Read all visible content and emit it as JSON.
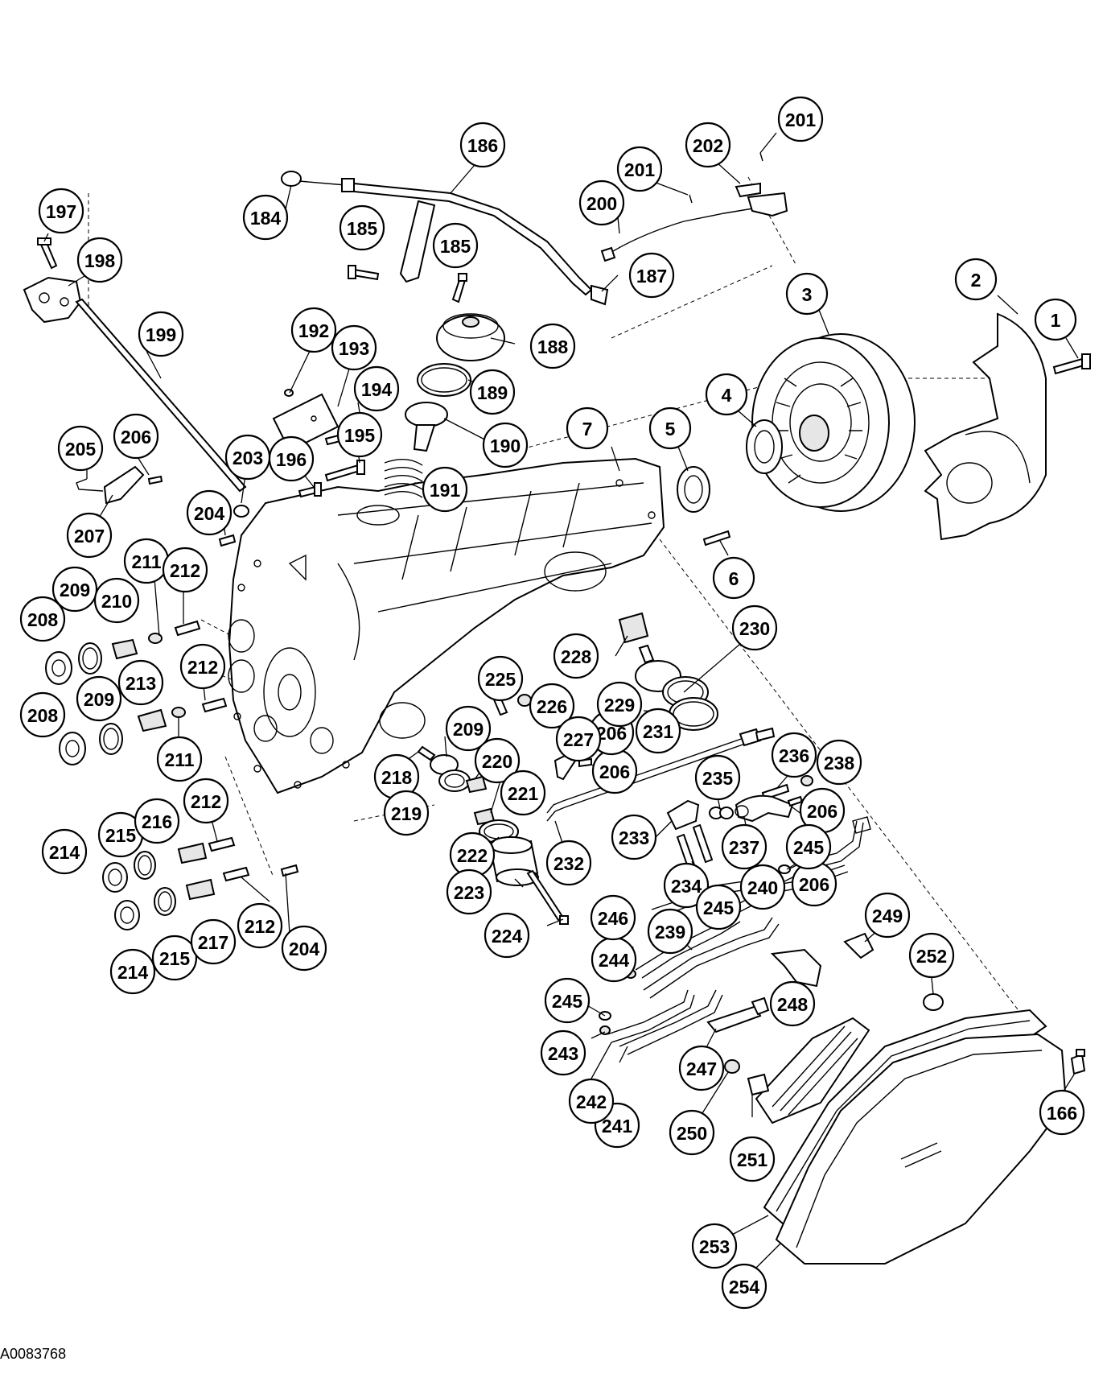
{
  "figure_id": "A0083768",
  "callouts": [
    "1",
    "2",
    "3",
    "4",
    "5",
    "6",
    "7",
    "166",
    "184",
    "185",
    "185",
    "186",
    "187",
    "188",
    "189",
    "190",
    "191",
    "192",
    "193",
    "194",
    "195",
    "196",
    "197",
    "198",
    "199",
    "200",
    "201",
    "201",
    "202",
    "203",
    "204",
    "204",
    "205",
    "206",
    "206",
    "206",
    "206",
    "206",
    "207",
    "208",
    "208",
    "209",
    "209",
    "209",
    "210",
    "211",
    "211",
    "212",
    "212",
    "212",
    "212",
    "213",
    "214",
    "214",
    "215",
    "215",
    "216",
    "217",
    "218",
    "219",
    "220",
    "221",
    "222",
    "223",
    "224",
    "225",
    "226",
    "227",
    "228",
    "229",
    "230",
    "231",
    "232",
    "233",
    "234",
    "235",
    "236",
    "237",
    "238",
    "239",
    "240",
    "241",
    "242",
    "243",
    "244",
    "245",
    "245",
    "245",
    "246",
    "247",
    "248",
    "249",
    "250",
    "251",
    "252",
    "253",
    "254"
  ]
}
